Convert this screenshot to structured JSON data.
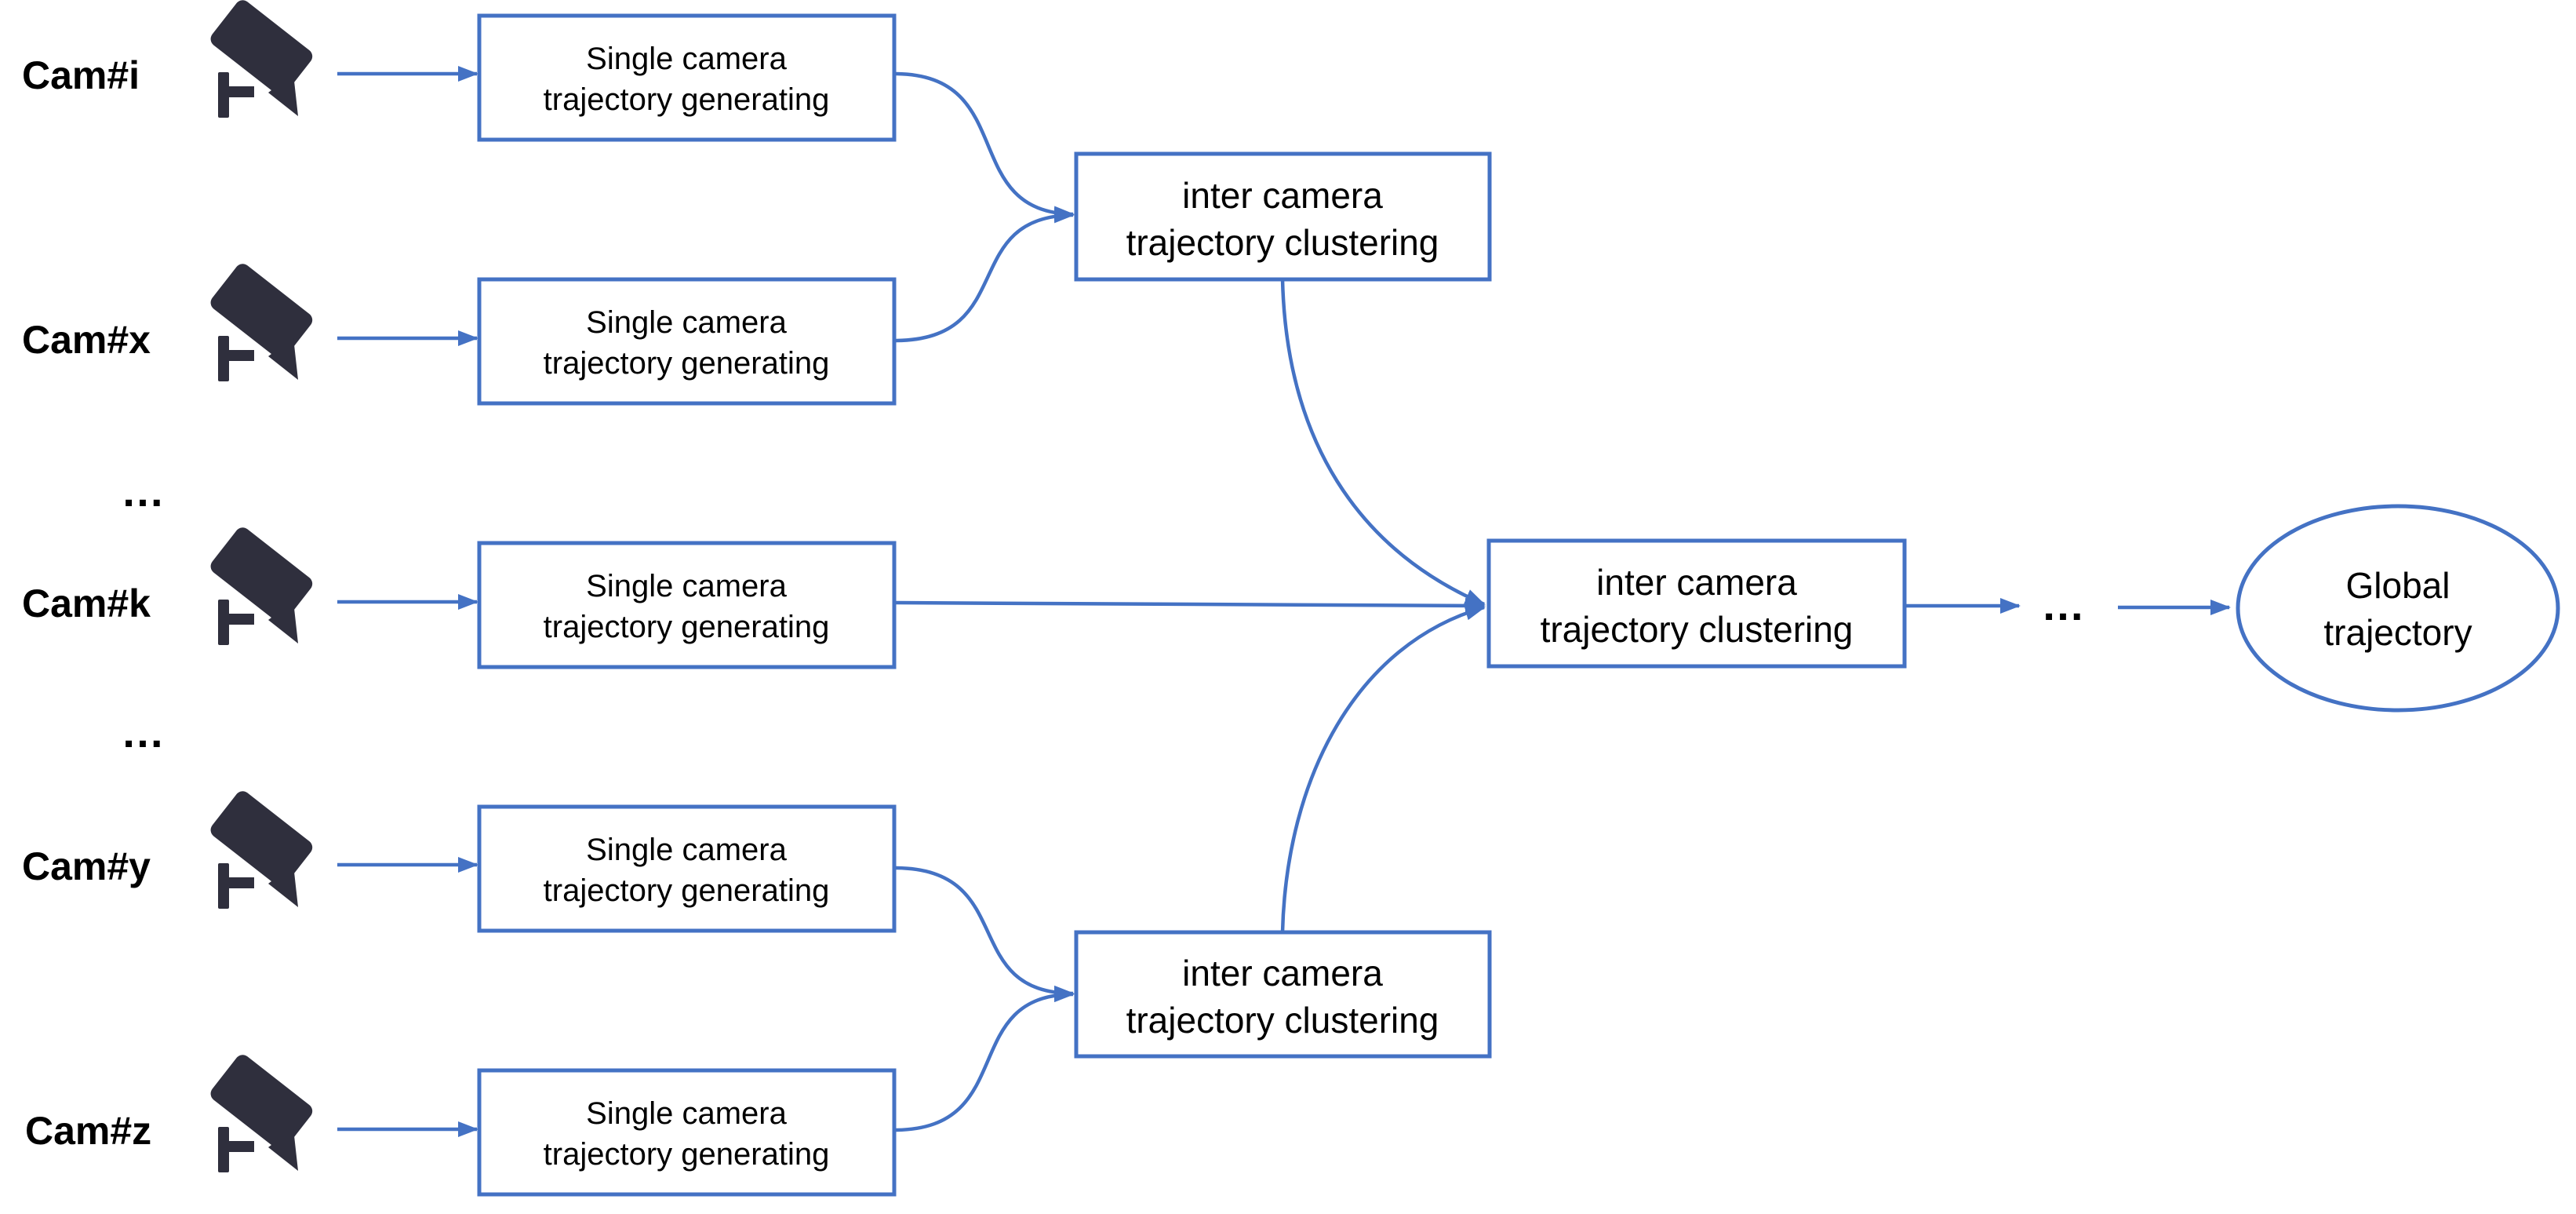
{
  "colors": {
    "line": "#4472c4",
    "icon": "#2f2f3d",
    "text": "#000000"
  },
  "cameras": [
    {
      "label": "Cam#i",
      "icon": "security-camera-icon"
    },
    {
      "label": "Cam#x",
      "icon": "security-camera-icon"
    },
    {
      "label": "Cam#k",
      "icon": "security-camera-icon"
    },
    {
      "label": "Cam#y",
      "icon": "security-camera-icon"
    },
    {
      "label": "Cam#z",
      "icon": "security-camera-icon"
    }
  ],
  "ellipsis": [
    "…",
    "…",
    "…"
  ],
  "single_camera": {
    "line1": "Single camera",
    "line2": "trajectory generating"
  },
  "inter_camera": {
    "line1": "inter camera",
    "line2": "trajectory clustering"
  },
  "global": {
    "line1": "Global",
    "line2": "trajectory"
  }
}
